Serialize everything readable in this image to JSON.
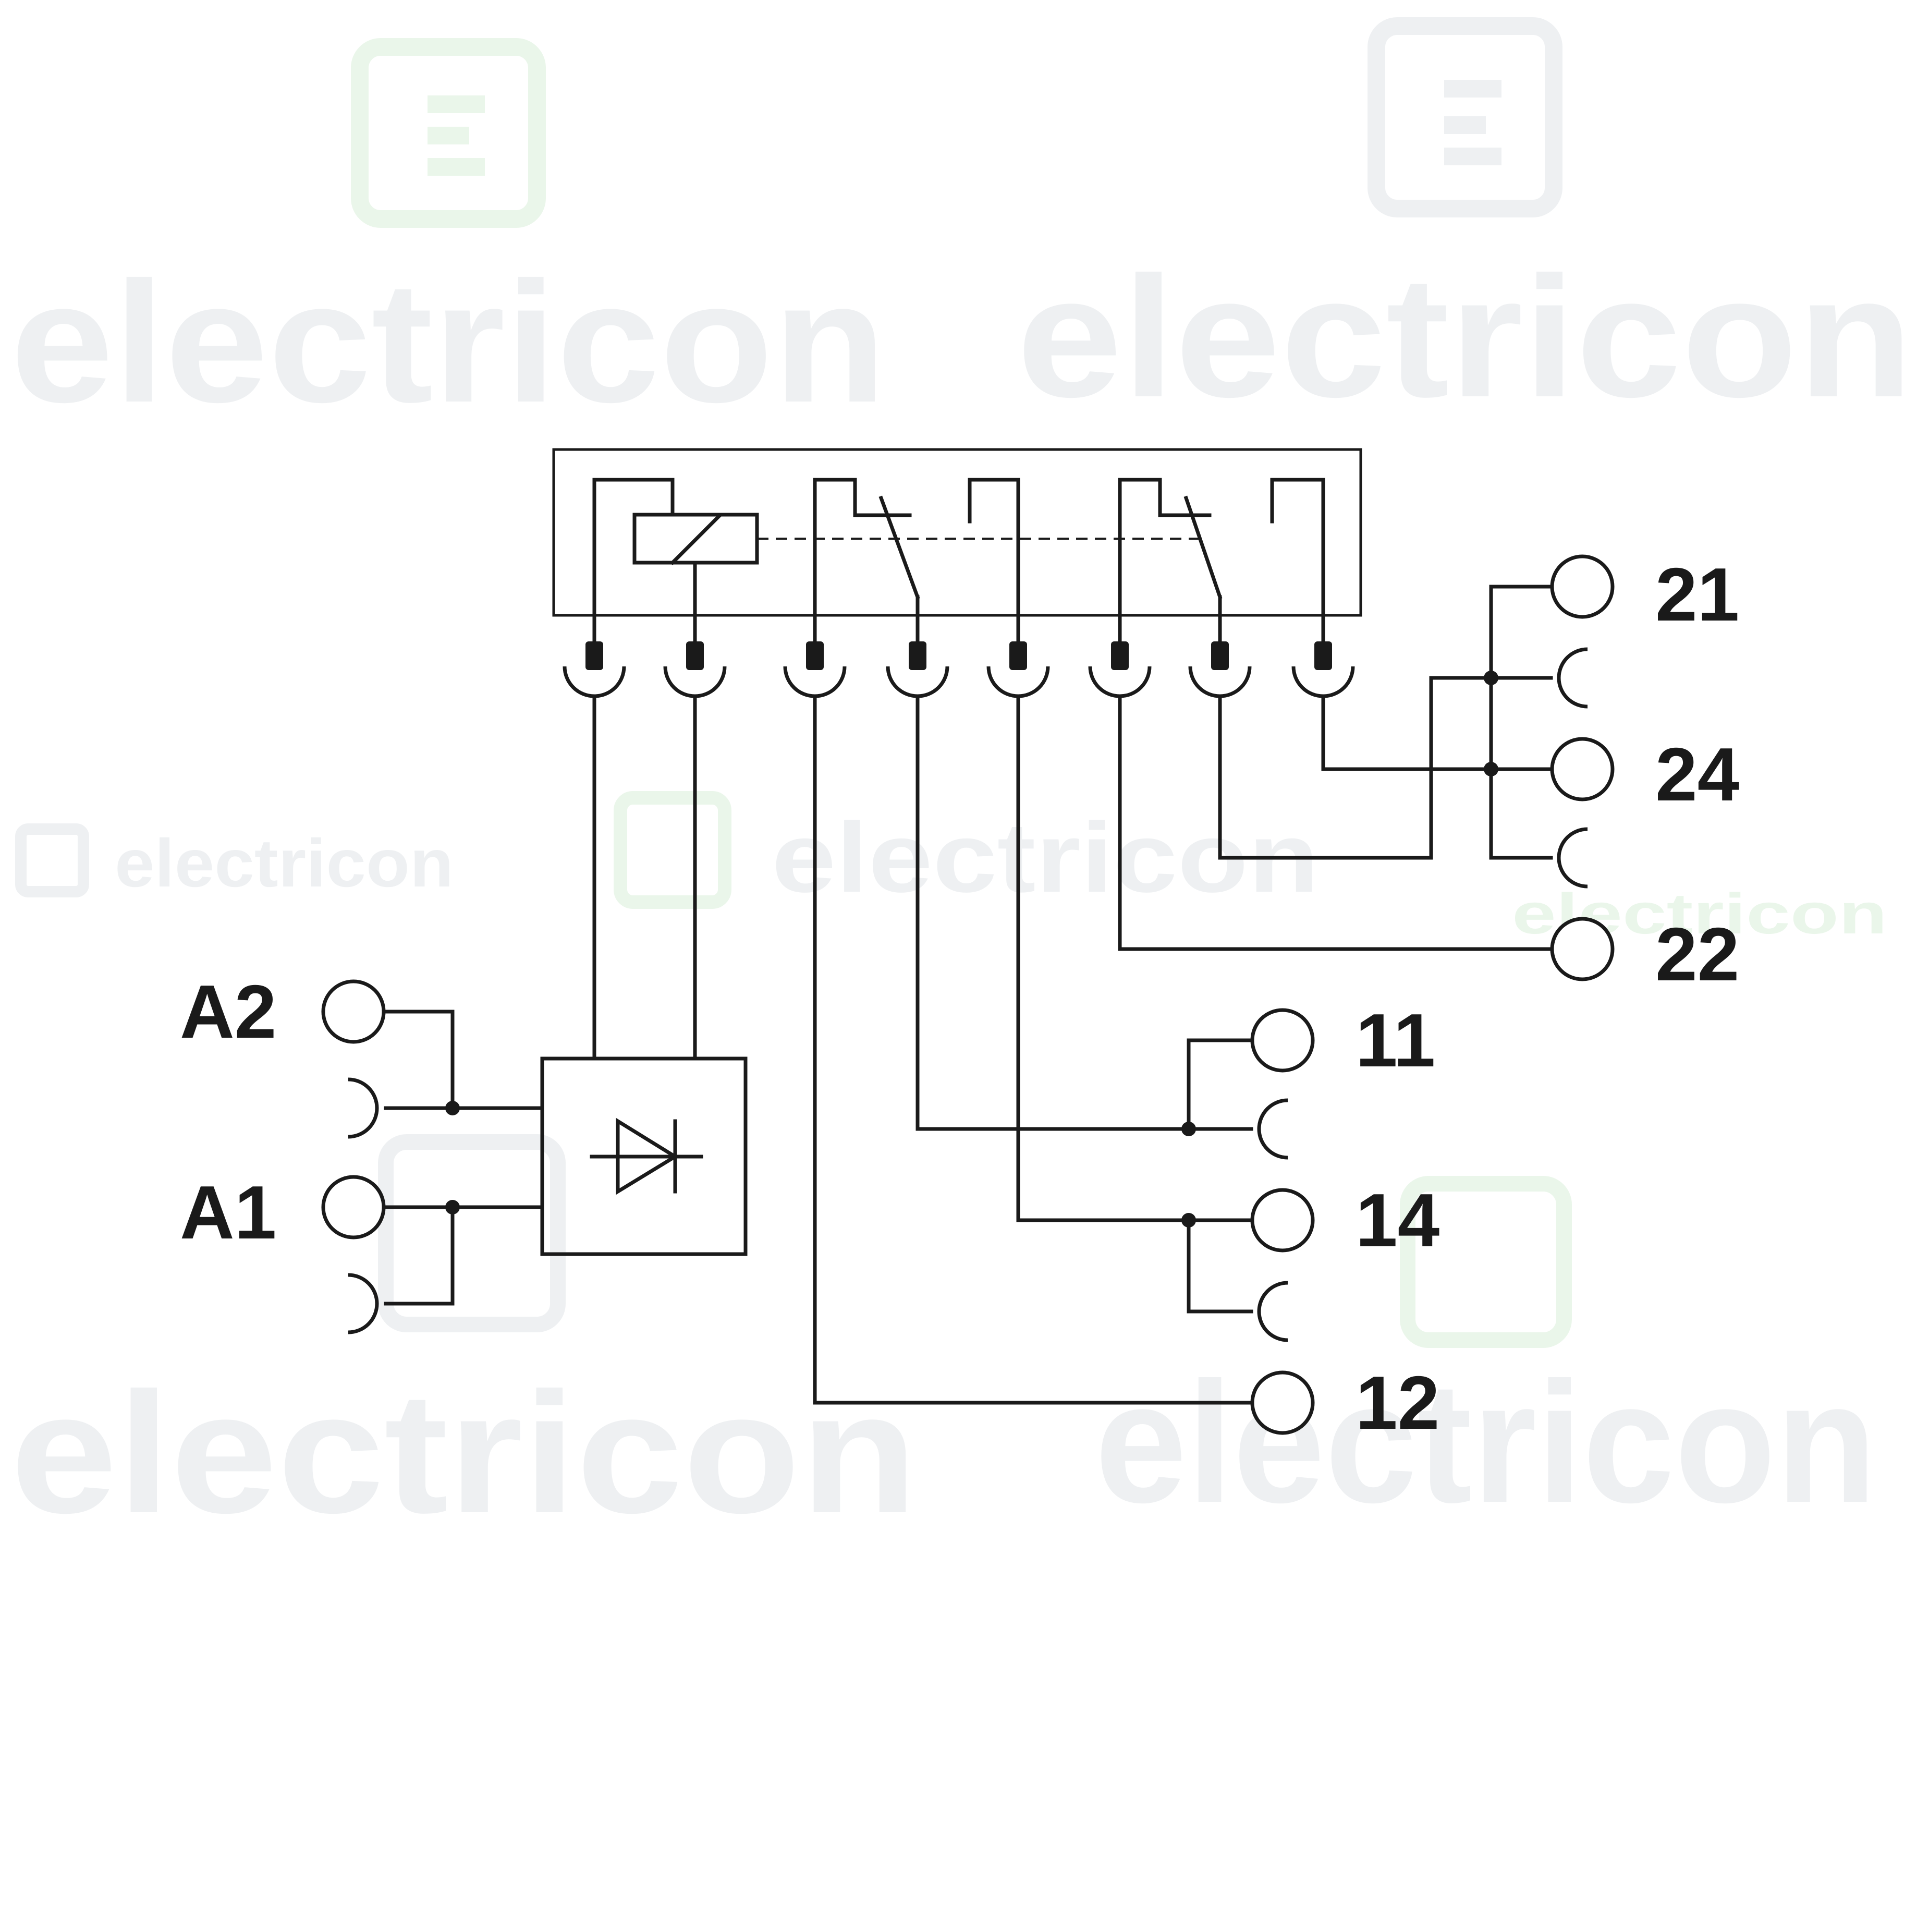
{
  "watermark": {
    "brand_text": "electricon",
    "text_color": "#eef0f2",
    "accent_color": "#eaf6ea"
  },
  "terminals": {
    "a2": "A2",
    "a1": "A1",
    "t11": "11",
    "t14": "14",
    "t12": "12",
    "t21": "21",
    "t24": "24",
    "t22": "22"
  },
  "colors": {
    "line": "#1a1a1a",
    "background": "#ffffff"
  },
  "icons": [
    "relay-coil-icon",
    "rectifier-diode-icon",
    "changeover-contact-icon",
    "socket-pin-icon"
  ]
}
